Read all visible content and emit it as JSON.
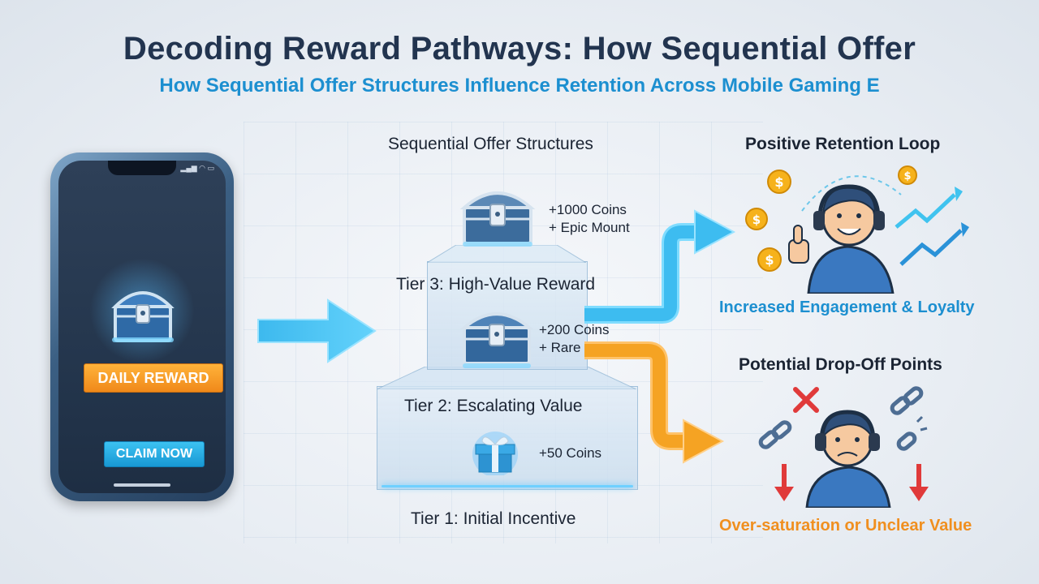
{
  "header": {
    "title": "Decoding Reward Pathways: How Sequential Offer",
    "subtitle": "How Sequential Offer Structures Influence Retention Across Mobile Gaming E"
  },
  "phone": {
    "daily_reward_label": "DAILY REWARD",
    "claim_label": "CLAIM NOW"
  },
  "structure": {
    "heading": "Sequential Offer Structures",
    "tiers": [
      {
        "label": "Tier 3: High-Value Reward",
        "reward_line1": "+1000 Coins",
        "reward_line2": "+ Epic Mount"
      },
      {
        "label": "Tier 2: Escalating Value",
        "reward_line1": "+200 Coins",
        "reward_line2": "+ Rare Skin"
      },
      {
        "label": "Tier 1: Initial Incentive",
        "reward_line1": "+50 Coins"
      }
    ]
  },
  "positive": {
    "heading": "Positive Retention Loop",
    "caption": "Increased Engagement & Loyalty"
  },
  "negative": {
    "heading": "Potential Drop-Off Points",
    "caption": "Over-saturation or Unclear Value"
  },
  "colors": {
    "title": "#22344f",
    "accent_blue": "#1c8fd0",
    "accent_orange": "#f08f1f",
    "arrow_blue": "#46c4f5",
    "arrow_orange": "#f5a323",
    "drop_red": "#e03a3a"
  },
  "icons": [
    "treasure-chest-icon",
    "gift-box-icon",
    "coin-icon",
    "trend-up-icon",
    "broken-chain-icon",
    "x-mark-icon",
    "down-arrow-icon",
    "thumbs-up-icon",
    "headset-icon"
  ]
}
